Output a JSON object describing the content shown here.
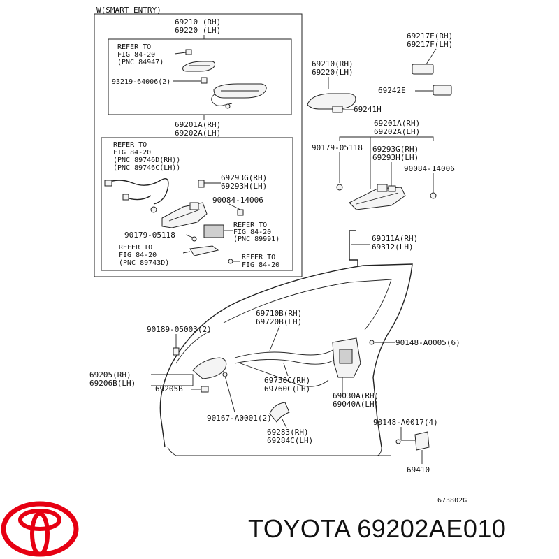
{
  "inset": {
    "title": "W(SMART ENTRY)",
    "top_part": [
      "69210 (RH)",
      "69220 (LH)"
    ],
    "sub1_refer": [
      "REFER TO",
      "FIG 84-20",
      "(PNC 84947)"
    ],
    "sub1_screw": "93219-64006(2)",
    "mid_part": [
      "69201A(RH)",
      "69202A(LH)"
    ],
    "sub2_refer": [
      "REFER TO",
      "FIG 84-20",
      "(PNC 89746D(RH))",
      "(PNC 89746C(LH))"
    ],
    "sub2_cover": [
      "69293G(RH)",
      "69293H(LH)"
    ],
    "sub2_screw_a": "90084-14006",
    "sub2_screw_b": "90179-05118",
    "sub2_refer_b": [
      "REFER TO",
      "FIG 84-20",
      "(PNC 89991)"
    ],
    "sub2_refer_c": [
      "REFER TO",
      "FIG 84-20",
      "(PNC 89743D)"
    ],
    "sub2_refer_d": [
      "REFER TO",
      "FIG 84-20"
    ]
  },
  "right": {
    "cap": [
      "69217E(RH)",
      "69217F(LH)"
    ],
    "handle": [
      "69210(RH)",
      "69220(LH)"
    ],
    "pad": "69242E",
    "gasket": "69241H",
    "frame": [
      "69201A(RH)",
      "69202A(LH)"
    ],
    "screw_a": "90179-05118",
    "cover": [
      "69293G(RH)",
      "69293H(LH)"
    ],
    "screw_b": "90084-14006",
    "rod": [
      "69311A(RH)",
      "69312(LH)"
    ]
  },
  "door": {
    "cable_top": [
      "69710B(RH)",
      "69720B(LH)"
    ],
    "screw_top": "90189-05003(2)",
    "screw_right": "90148-A0005(6)",
    "inner_handle": [
      "69205(RH)",
      "69206B(LH)"
    ],
    "inner_bezel": "69205B",
    "cable_bottom": [
      "69750C(RH)",
      "69760C(LH)"
    ],
    "lock": [
      "69030A(RH)",
      "69040A(LH)"
    ],
    "screw_bottom": "90167-A0001(2)",
    "bezel": [
      "69283(RH)",
      "69284C(LH)"
    ],
    "striker_screw": "90148-A0017(4)",
    "striker": "69410"
  },
  "drawing_code": "673802G",
  "footer": {
    "brand_text": "TOYOTA 69202AE010",
    "logo_color": "#e60012"
  }
}
